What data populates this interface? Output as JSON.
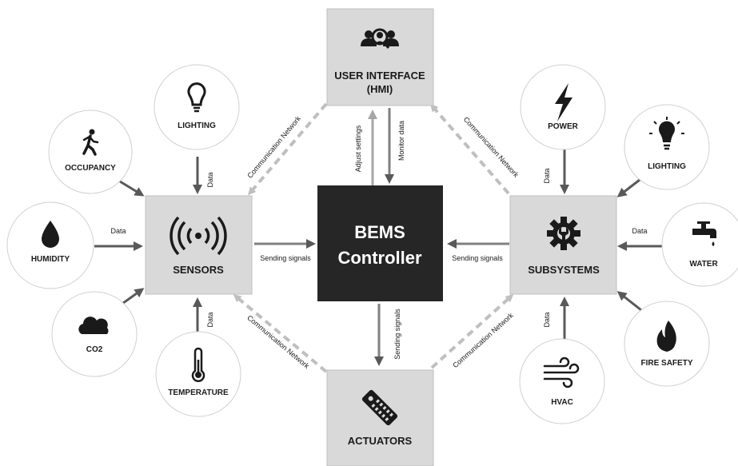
{
  "nodes": {
    "bems": {
      "line1": "BEMS",
      "line2": "Controller"
    },
    "user_interface": {
      "line1": "USER INTERFACE",
      "line2": "(HMI)"
    },
    "sensors": {
      "label": "SENSORS"
    },
    "subsystems": {
      "label": "SUBSYSTEMS"
    },
    "actuators": {
      "label": "ACTUATORS"
    }
  },
  "sensor_inputs": [
    {
      "label": "LIGHTING",
      "icon": "lightbulb-icon"
    },
    {
      "label": "OCCUPANCY",
      "icon": "walking-person-icon"
    },
    {
      "label": "HUMIDITY",
      "icon": "water-drop-icon"
    },
    {
      "label": "CO2",
      "icon": "cloud-icon"
    },
    {
      "label": "TEMPERATURE",
      "icon": "thermometer-icon"
    }
  ],
  "subsystem_inputs": [
    {
      "label": "POWER",
      "icon": "lightning-bolt-icon"
    },
    {
      "label": "LIGHTING",
      "icon": "glowing-bulb-icon"
    },
    {
      "label": "WATER",
      "icon": "faucet-icon"
    },
    {
      "label": "FIRE SAFETY",
      "icon": "flame-icon"
    },
    {
      "label": "HVAC",
      "icon": "wind-icon"
    }
  ],
  "edge_labels": {
    "data": "Data",
    "sending_signals": "Sending signals",
    "adjust_settings": "Adjust settings",
    "monitor_data": "Monitor data",
    "communication_network": "Communication Network"
  },
  "colors": {
    "box_fill": "#d9d9d9",
    "box_stroke": "#bfbfbf",
    "controller_fill": "#262626",
    "solid_arrow": "#595959",
    "dashed_arrow": "#bfbfbf",
    "circle_stroke": "#d0d0d0"
  }
}
